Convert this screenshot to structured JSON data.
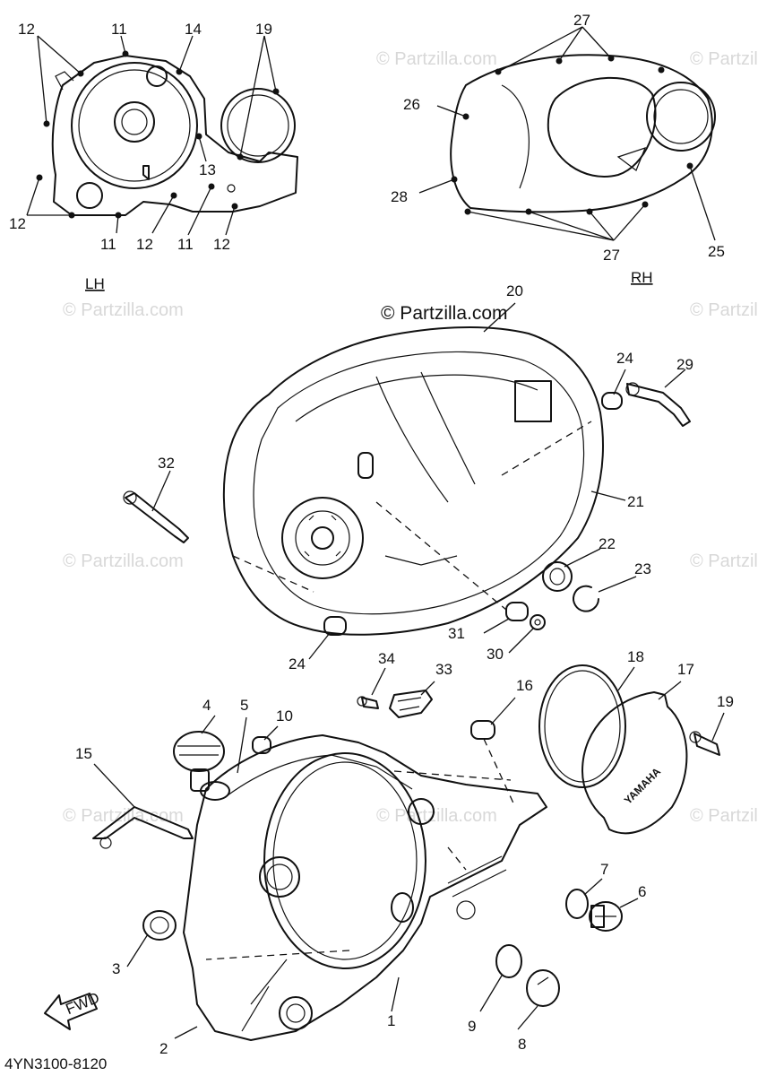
{
  "copyright": "© Partzilla.com",
  "watermark": "© Partzilla.com",
  "diagram_code": "4YN3100-8120",
  "fwd_label": "FWD",
  "cover_logo": "YAMAHA",
  "sections": {
    "left": "LH",
    "right": "RH"
  },
  "callouts": {
    "c1": "1",
    "c2": "2",
    "c3": "3",
    "c4": "4",
    "c5": "5",
    "c6": "6",
    "c7": "7",
    "c8": "8",
    "c9": "9",
    "c10": "10",
    "c11a": "11",
    "c11b": "11",
    "c11c": "11",
    "c12a": "12",
    "c12b": "12",
    "c12c": "12",
    "c12d": "12",
    "c13": "13",
    "c14": "14",
    "c15": "15",
    "c16": "16",
    "c17": "17",
    "c18": "18",
    "c19a": "19",
    "c19b": "19",
    "c20": "20",
    "c21": "21",
    "c22": "22",
    "c23": "23",
    "c24a": "24",
    "c24b": "24",
    "c25": "25",
    "c26": "26",
    "c27a": "27",
    "c27b": "27",
    "c28": "28",
    "c29": "29",
    "c30": "30",
    "c31": "31",
    "c32": "32",
    "c33": "33",
    "c34": "34"
  }
}
